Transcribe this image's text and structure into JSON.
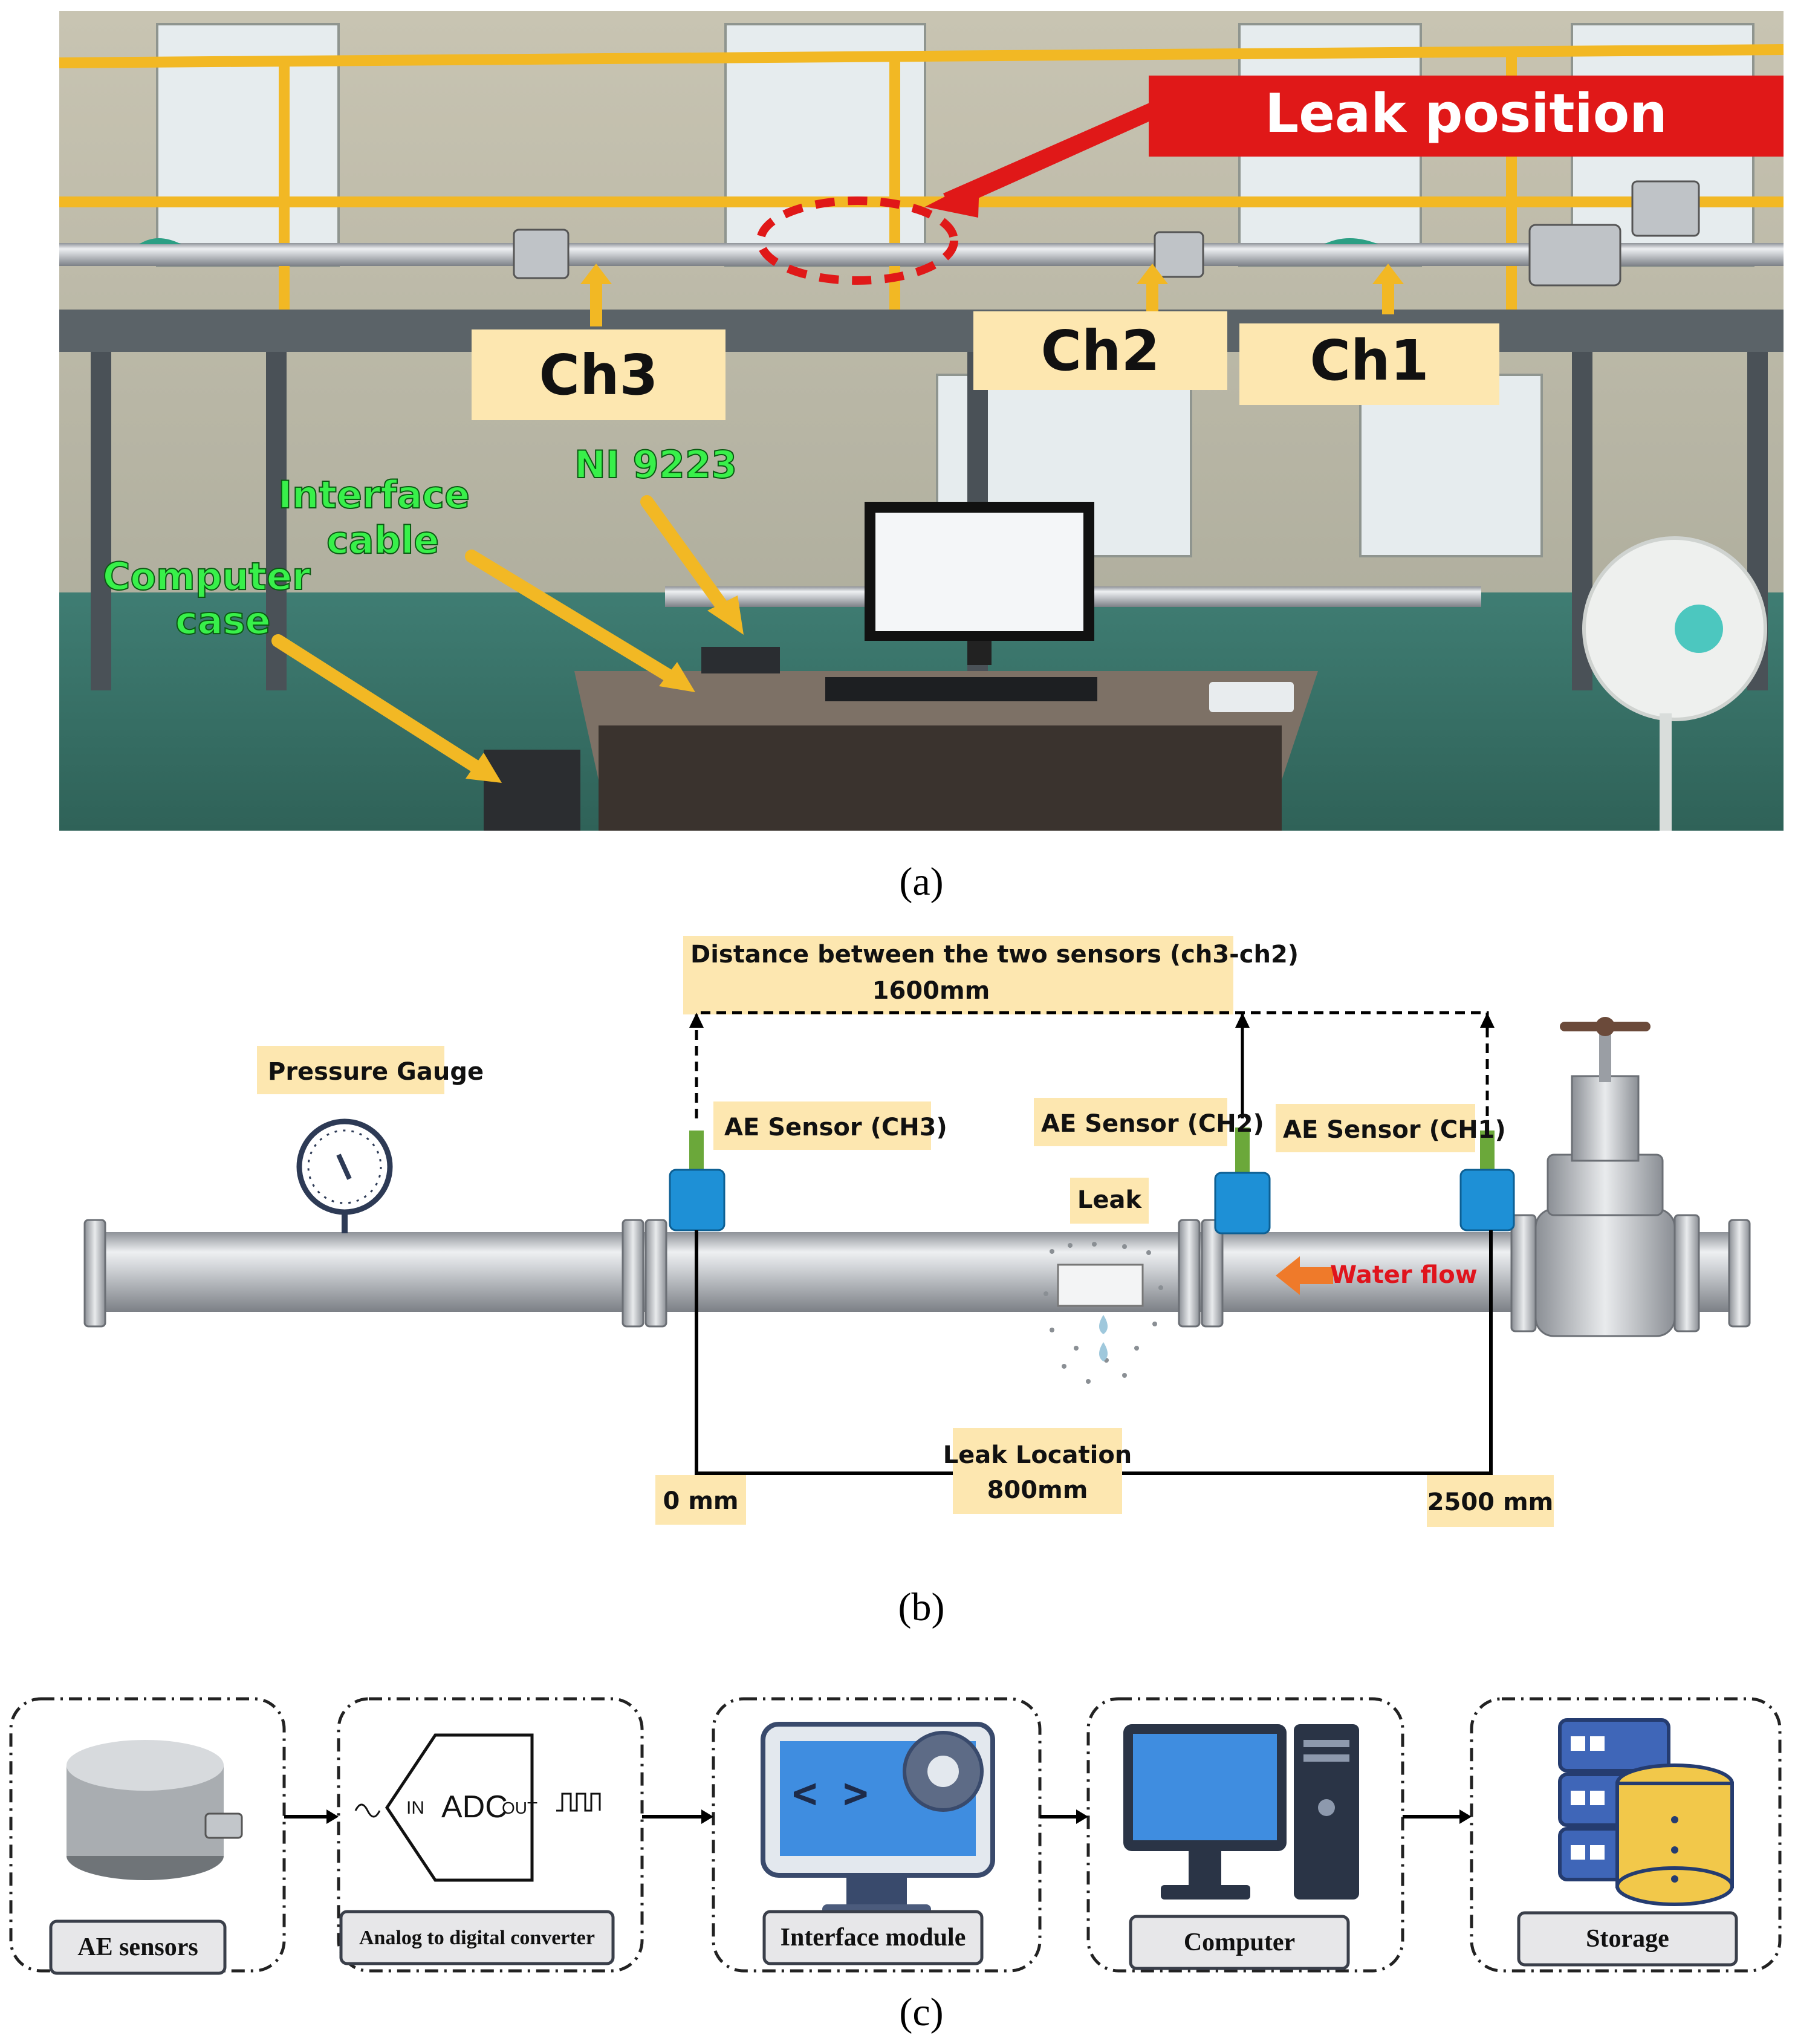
{
  "panel_a": {
    "caption": "(a)",
    "leak_position": "Leak position",
    "channels": [
      "Ch3",
      "Ch2",
      "Ch1"
    ],
    "equipment_labels": [
      "NI 9223",
      "Interface",
      "cable",
      "Computer",
      "case"
    ]
  },
  "panel_b": {
    "caption": "(b)",
    "distance_title": "Distance between the two sensors (ch3-ch2)",
    "distance_value": "1600mm",
    "pressure_gauge": "Pressure Gauge",
    "sensor_ch3": "AE Sensor (CH3)",
    "sensor_ch2": "AE Sensor (CH2)",
    "sensor_ch1": "AE Sensor (CH1)",
    "leak": "Leak",
    "water_flow": "Water flow",
    "leak_location_title": "Leak Location",
    "leak_location_value": "800mm",
    "start": "0 mm",
    "end": "2500 mm",
    "colors": {
      "sensor": "#1e90d6",
      "water_flow_text": "#e0141c",
      "label_bg": "#fde7b0"
    }
  },
  "panel_c": {
    "caption": "(c)",
    "stages": [
      {
        "label": "AE sensors",
        "icon": "ae-sensor-icon"
      },
      {
        "label": "Analog to digital converter",
        "icon": "adc-icon"
      },
      {
        "label": "Interface module",
        "icon": "interface-module-icon"
      },
      {
        "label": "Computer",
        "icon": "computer-icon"
      },
      {
        "label": "Storage",
        "icon": "storage-icon"
      }
    ],
    "adc_in": "IN",
    "adc_text": "ADC",
    "adc_out": "OUT"
  }
}
